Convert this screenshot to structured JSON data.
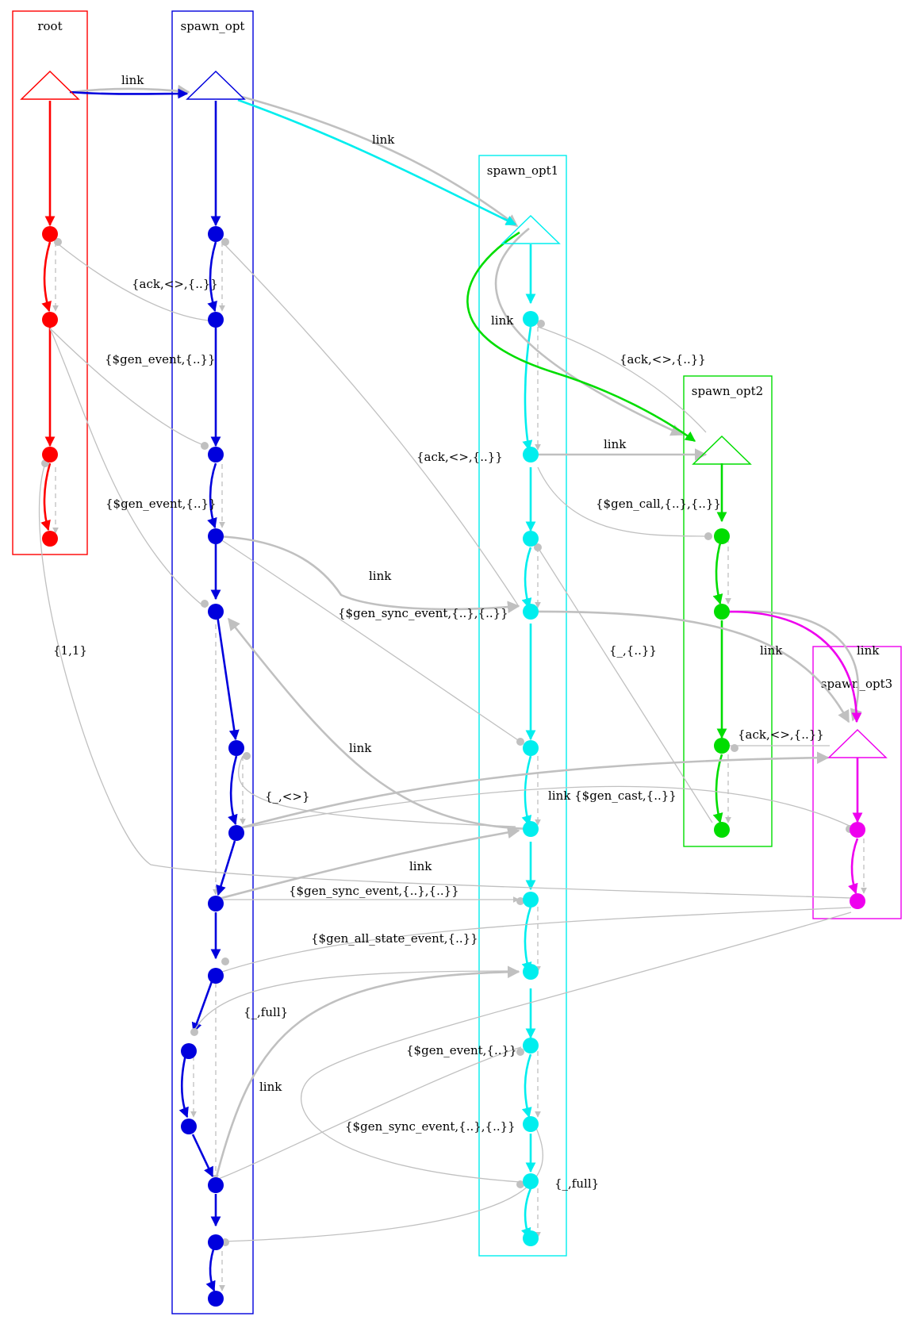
{
  "clusters": {
    "root": "root",
    "spawn_opt": "spawn_opt",
    "spawn_opt1": "spawn_opt1",
    "spawn_opt2": "spawn_opt2",
    "spawn_opt3": "spawn_opt3"
  },
  "colors": {
    "root": "#ff0000",
    "spawn_opt": "#0000dd",
    "spawn_opt1": "#00eeee",
    "spawn_opt2": "#00dd00",
    "spawn_opt3": "#ee00ee",
    "message": "#c0c0c0"
  },
  "labels": {
    "link_root_opt": "link",
    "link_opt_opt1": "link",
    "ack_opt_root": "{ack,<>,{..}}",
    "gen_event_1": "{$gen_event,{..}}",
    "gen_event_2": "{$gen_event,{..}}",
    "one_one": "{1,1}",
    "ack_opt_opt1": "{ack,<>,{..}}",
    "link_opt1_opt2_curve": "link",
    "ack_opt1_opt2": "{ack,<>,{..}}",
    "link_opt1_opt2": "link",
    "gen_call": "{$gen_call,{..},{..}}",
    "link_opt_opt1_b": "link",
    "gen_sync_event_1": "{$gen_sync_event,{..},{..}}",
    "any_1": "{_,{..}}",
    "link_opt1_opt3": "link",
    "link_opt2_opt3": "link",
    "ack_opt2_opt3": "{ack,<>,{..}}",
    "link_opt1_opt_back": "link",
    "any_ref": "{_,<>}",
    "link_gen_cast": "link {$gen_cast,{..}}",
    "link_opt_opt1_c": "link",
    "gen_sync_event_2": "{$gen_sync_event,{..},{..}}",
    "gen_all_state_event": "{$gen_all_state_event,{..}}",
    "full_1": "{_,full}",
    "gen_event_3": "{$gen_event,{..}}",
    "link_opt_opt1_d": "link",
    "gen_sync_event_3": "{$gen_sync_event,{..},{..}}",
    "full_2": "{_,full}"
  }
}
